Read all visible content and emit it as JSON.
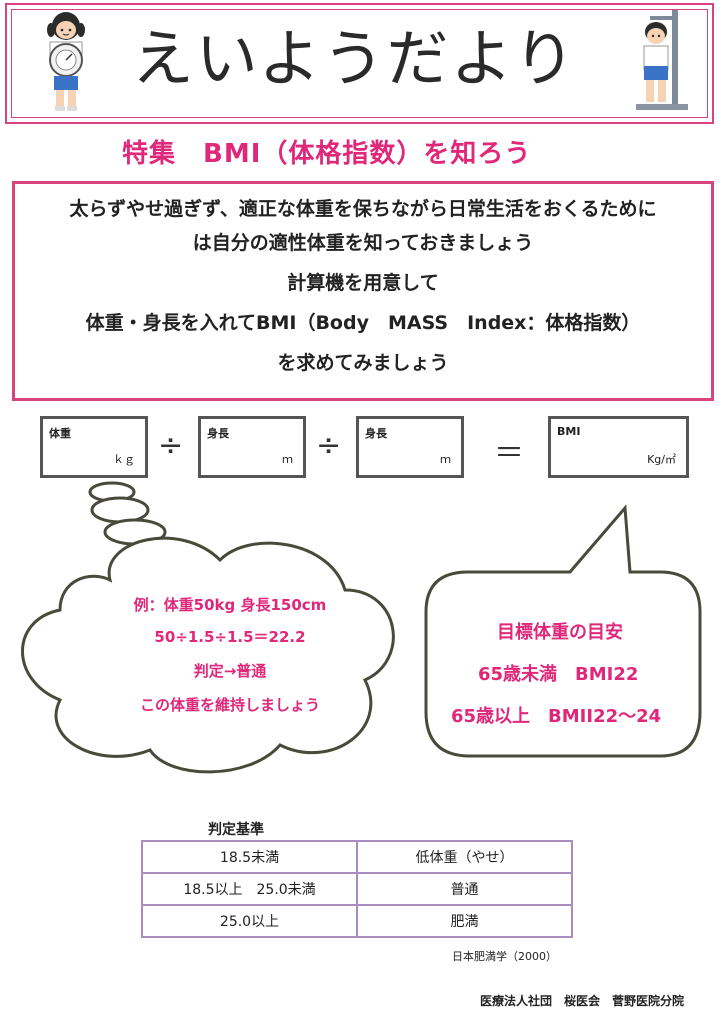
{
  "header": {
    "title": "えいようだより"
  },
  "feature": {
    "title": "特集　BMI（体格指数）を知ろう"
  },
  "intro": {
    "lines": [
      "太らずやせ過ぎず、適正な体重を保ちながら日常生活をおくるために",
      "は自分の適性体重を知っておきましょう",
      "計算機を用意して",
      "体重・身長を入れてBMI（Body　MASS　Index：体格指数）",
      "を求めてみましょう"
    ]
  },
  "formula": {
    "weight": {
      "label": "体重",
      "unit": "ｋｇ"
    },
    "height1": {
      "label": "身長",
      "unit": "ｍ"
    },
    "height2": {
      "label": "身長",
      "unit": "ｍ"
    },
    "bmi": {
      "label": "BMI",
      "unit": "Kg/㎡"
    },
    "divide": "÷",
    "equals": "＝"
  },
  "example": {
    "lines": [
      "例：体重50kg 身長150cm",
      "50÷1.5÷1.5＝22.2",
      "判定→普通",
      "この体重を維持しましょう"
    ]
  },
  "target": {
    "title": "目標体重の目安",
    "line1": "65歳未満　BMI22",
    "line2": "65歳以上　BMII22〜24"
  },
  "criteria": {
    "title": "判定基準",
    "rows": [
      [
        "18.5未満",
        "低体重（やせ）"
      ],
      [
        "18.5以上　25.0未満",
        "普通"
      ],
      [
        "25.0以上",
        "肥満"
      ]
    ]
  },
  "source": "日本肥満学（2000）",
  "footer": "医療法人社団　桜医会　菅野医院分院",
  "colors": {
    "accent": "#e0287b",
    "border": "#d9447f",
    "table_border": "#a98bbd"
  }
}
